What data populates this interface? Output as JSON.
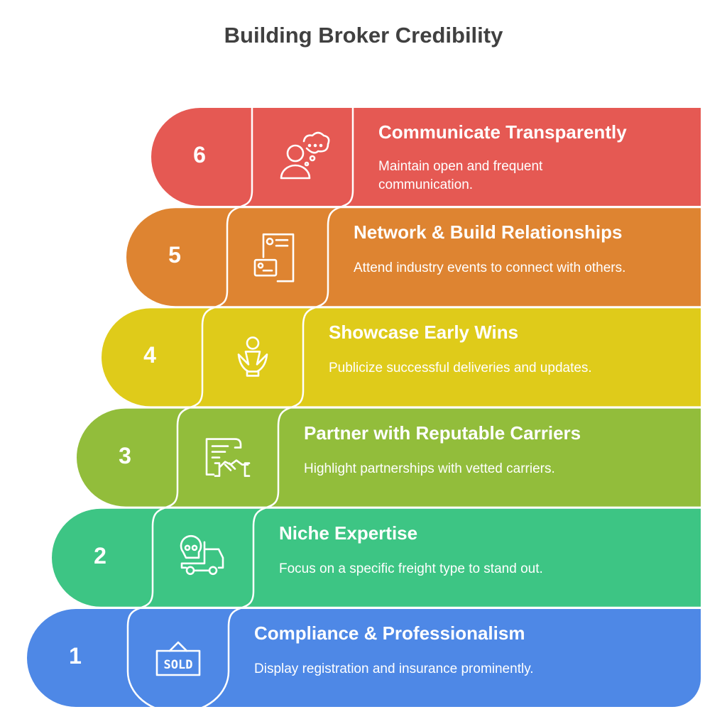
{
  "title": "Building Broker Credibility",
  "steps": [
    {
      "number": "1",
      "title": "Compliance & Professionalism",
      "description": "Display registration and insurance prominently.",
      "icon": "sold-sign-icon",
      "color": "#4E88E6"
    },
    {
      "number": "2",
      "title": "Niche Expertise",
      "description": "Focus on a specific freight type to stand out.",
      "icon": "hazardous-truck-icon",
      "color": "#3DC584"
    },
    {
      "number": "3",
      "title": "Partner with Reputable Carriers",
      "description": "Highlight partnerships with vetted carriers.",
      "icon": "contract-handshake-icon",
      "color": "#92BD3B"
    },
    {
      "number": "4",
      "title": "Showcase Early Wins",
      "description": "Publicize successful deliveries and updates.",
      "icon": "trophy-person-icon",
      "color": "#DFCB1A"
    },
    {
      "number": "5",
      "title": "Network & Build Relationships",
      "description": "Attend industry events to connect with others.",
      "icon": "contact-cards-icon",
      "color": "#DE8431"
    },
    {
      "number": "6",
      "title": "Communicate Transparently",
      "description": "Maintain open and frequent communication.",
      "icon": "person-thought-icon",
      "color": "#E55953"
    }
  ]
}
